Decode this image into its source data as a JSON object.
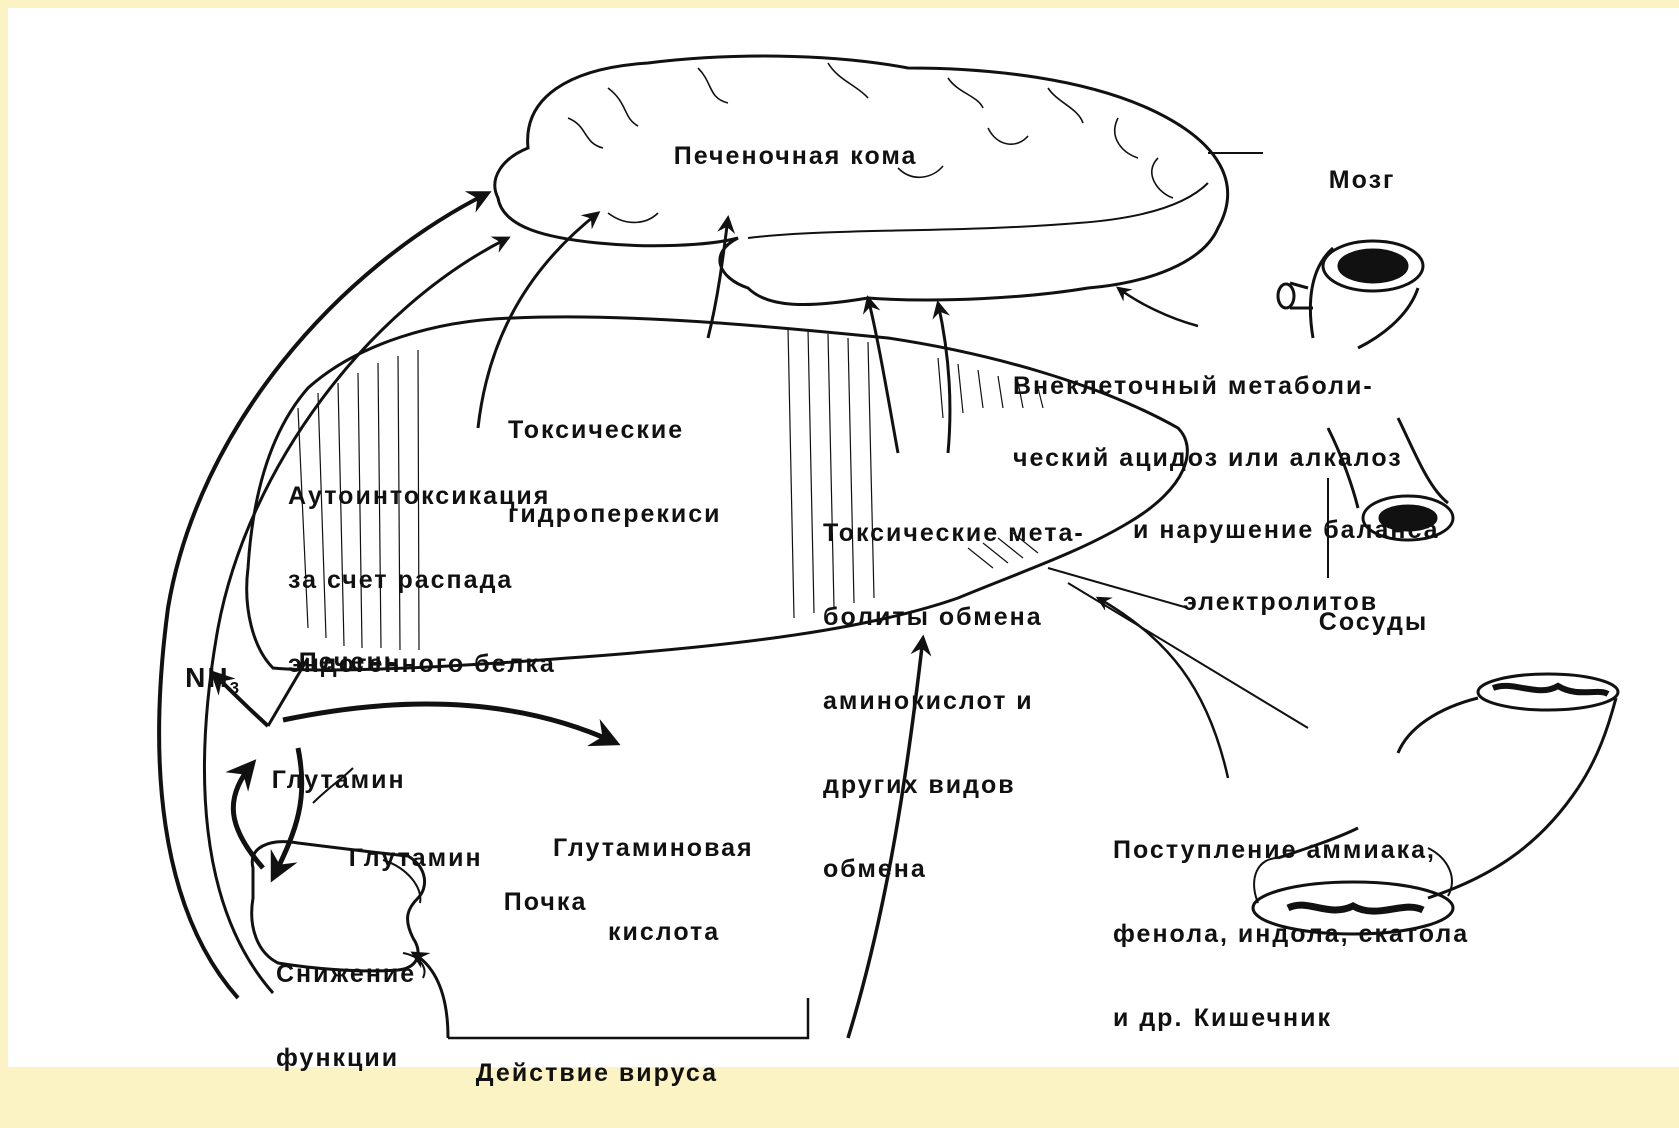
{
  "labels": {
    "coma": "Печеночная кома",
    "brain": "Мозг",
    "hydroperoxides": [
      "Токсические",
      "гидроперекиси"
    ],
    "acidosis": [
      "Внеклеточный метаболи-",
      "ческий ацидоз или алкалоз",
      "и нарушение баланса",
      "электролитов"
    ],
    "autointox": [
      "Аутоинтоксикация",
      "за счет распада",
      "эндогенного белка"
    ],
    "metabolites": [
      "Токсические мета-",
      "болиты обмена",
      "аминокислот и",
      "других видов",
      "обмена"
    ],
    "liver": "Печень",
    "vessels": "Сосуды",
    "nh3": "NH",
    "nh3_sub": "3",
    "glutamine1": "Глутамин",
    "glutamine2": "Глутамин",
    "glutamic_acid": [
      "Глутаминовая",
      "кислота"
    ],
    "kidney": "Почка",
    "reduction": [
      "Снижение",
      "функции"
    ],
    "intake": [
      "Поступление аммиака,",
      "фенола, индола, скатола",
      "и др."
    ],
    "intestine": "Кишечник",
    "virus": "Действие вируса"
  },
  "colors": {
    "background": "#fbf3c4",
    "ink": "#111111",
    "paper": "#ffffff"
  }
}
